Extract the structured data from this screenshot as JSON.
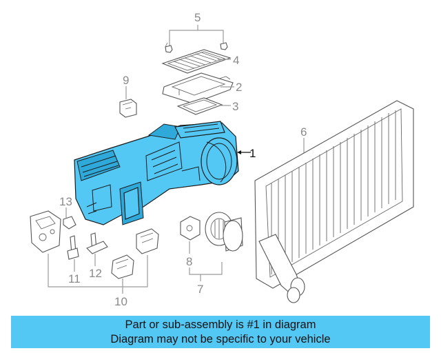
{
  "callouts": {
    "c1": "1",
    "c2": "2",
    "c3": "3",
    "c4": "4",
    "c5": "5",
    "c6": "6",
    "c7": "7",
    "c8": "8",
    "c9": "9",
    "c10": "10",
    "c11": "11",
    "c12": "12",
    "c13": "13"
  },
  "banner": {
    "line1": "Part or sub-assembly is #1 in diagram",
    "line2": "Diagram may not be specific to your vehicle"
  },
  "colors": {
    "highlight": "#54c8f5",
    "banner_background": "#54c8f5"
  }
}
